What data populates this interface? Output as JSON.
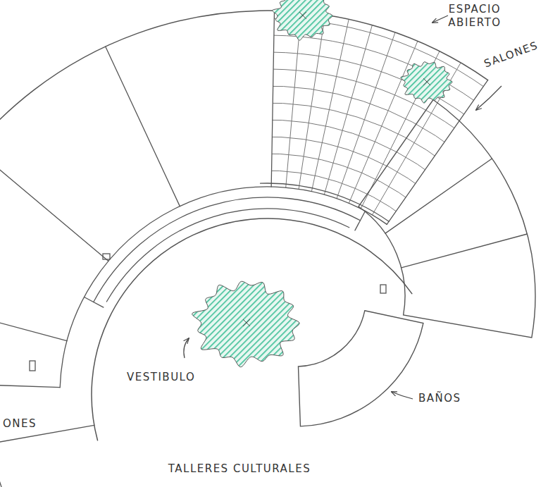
{
  "diagram": {
    "caption": "TALLERES CULTURALES",
    "labels": [
      "ESPACIO ABIERTO",
      "SALONES",
      "VESTIBULO",
      "BAÑOS",
      "ONES"
    ]
  }
}
